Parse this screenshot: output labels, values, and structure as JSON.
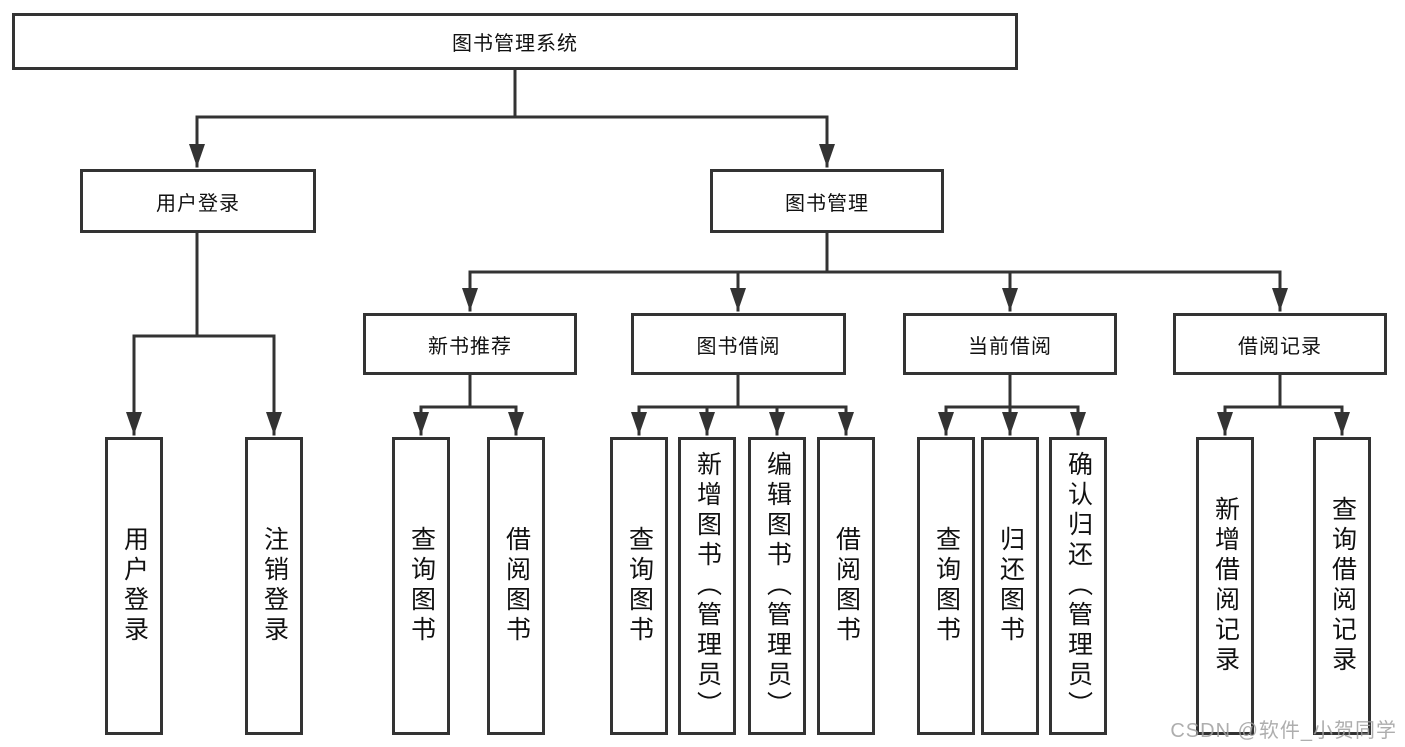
{
  "tree": {
    "label": "图书管理系统",
    "children": [
      {
        "label": "用户登录",
        "children": [
          {
            "label": "用户登录"
          },
          {
            "label": "注销登录"
          }
        ]
      },
      {
        "label": "图书管理",
        "children": [
          {
            "label": "新书推荐",
            "children": [
              {
                "label": "查询图书"
              },
              {
                "label": "借阅图书"
              }
            ]
          },
          {
            "label": "图书借阅",
            "children": [
              {
                "label": "查询图书"
              },
              {
                "label": "新增图书（管理员）"
              },
              {
                "label": "编辑图书（管理员）"
              },
              {
                "label": "借阅图书"
              }
            ]
          },
          {
            "label": "当前借阅",
            "children": [
              {
                "label": "查询图书"
              },
              {
                "label": "归还图书"
              },
              {
                "label": "确认归还（管理员）"
              }
            ]
          },
          {
            "label": "借阅记录",
            "children": [
              {
                "label": "新增借阅记录"
              },
              {
                "label": "查询借阅记录"
              }
            ]
          }
        ]
      }
    ]
  },
  "watermark": "CSDN @软件_小贺同学",
  "colors": {
    "line": "#333333",
    "box_border": "#333333",
    "text": "#111111",
    "background": "#ffffff",
    "watermark": "#a0a0a0"
  }
}
